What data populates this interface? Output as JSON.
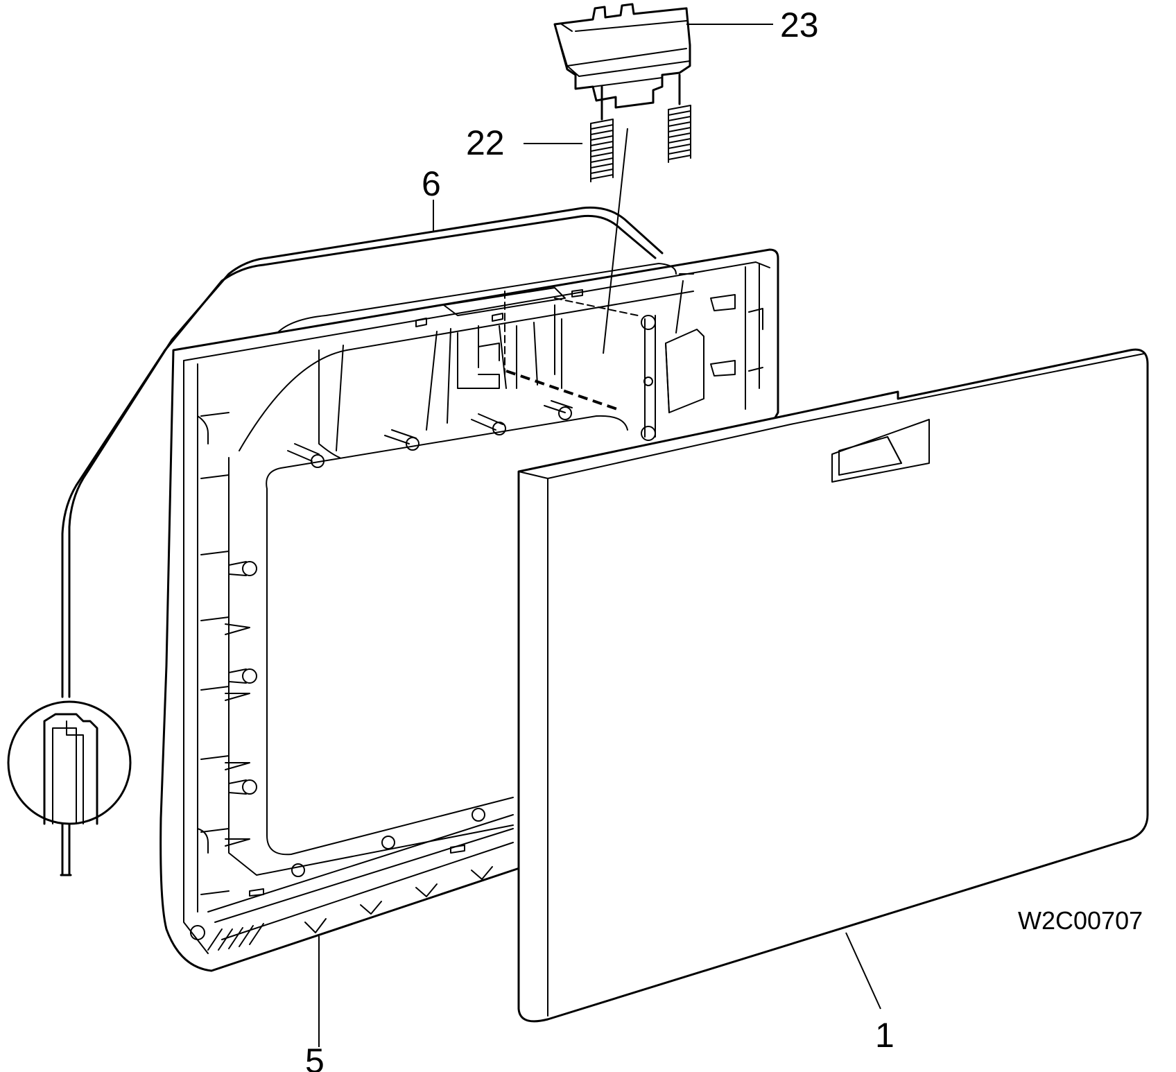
{
  "callouts": {
    "c23": "23",
    "c22": "22",
    "c6": "6",
    "c5": "5",
    "c1": "1"
  },
  "drawing_code": "W2C00707",
  "colors": {
    "line": "#000000",
    "background": "#ffffff"
  }
}
